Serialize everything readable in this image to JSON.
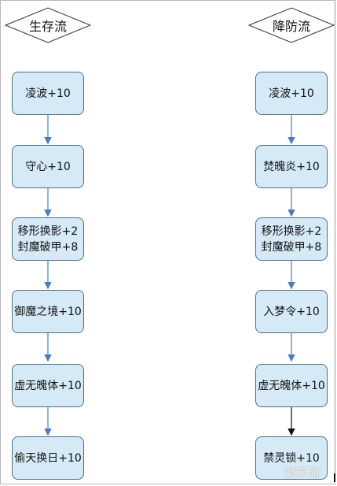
{
  "left_flow": {
    "title": "生存流",
    "steps": [
      {
        "lines": [
          "凌波+10"
        ]
      },
      {
        "lines": [
          "守心+10"
        ]
      },
      {
        "lines": [
          "移形换影+2",
          "封魔破甲+8"
        ]
      },
      {
        "lines": [
          "御魔之境+10"
        ]
      },
      {
        "lines": [
          "虚无魄体+10"
        ]
      },
      {
        "lines": [
          "偷天换日+10"
        ]
      }
    ]
  },
  "right_flow": {
    "title": "降防流",
    "steps": [
      {
        "lines": [
          "凌波+10"
        ]
      },
      {
        "lines": [
          "焚魄炎+10"
        ]
      },
      {
        "lines": [
          "移形换影+2",
          "封魔破甲+8"
        ]
      },
      {
        "lines": [
          "入梦令+10"
        ]
      },
      {
        "lines": [
          "虚无魄体+10"
        ]
      },
      {
        "lines": [
          "禁灵锁+10"
        ]
      }
    ]
  },
  "colors": {
    "node_fill": "#d5eaf6",
    "node_border": "#4d6f86",
    "arrow_blue": "#4a7bbf",
    "arrow_black": "#111111"
  },
  "watermark": "酷乐游"
}
